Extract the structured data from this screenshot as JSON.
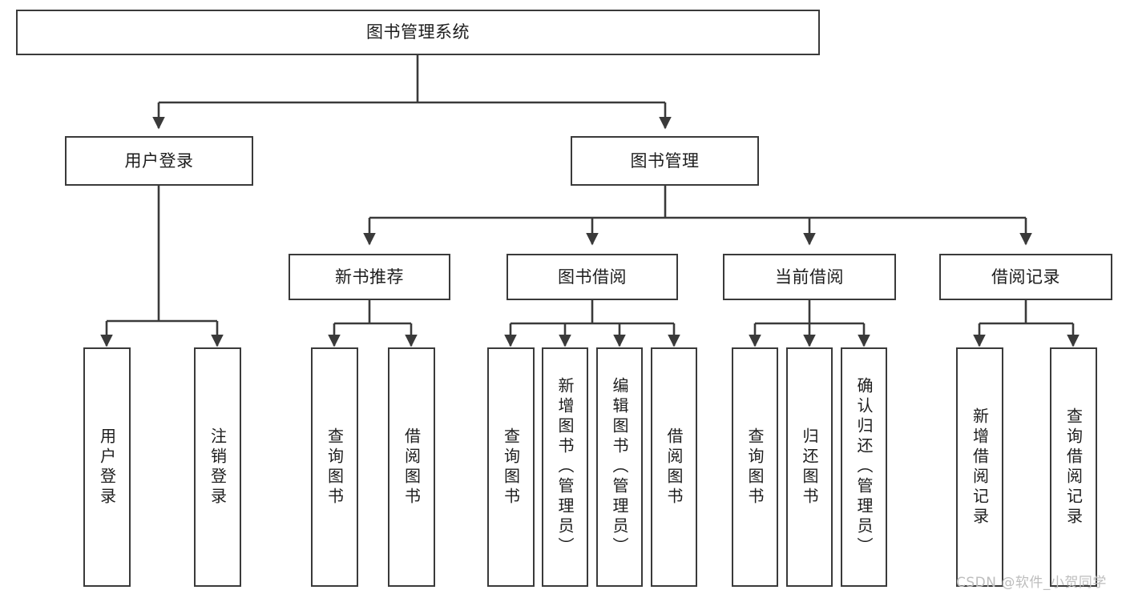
{
  "diagram": {
    "type": "tree",
    "title": "图书管理系统",
    "orientation": "top-down",
    "colors": {
      "box_border": "#3a3a3a",
      "box_fill": "#ffffff",
      "edge": "#3a3a3a",
      "text": "#1d1d1d",
      "watermark": "#bdbdbd"
    },
    "levels": {
      "root": {
        "label": "图书管理系统"
      },
      "level2": [
        {
          "label": "用户登录"
        },
        {
          "label": "图书管理"
        }
      ],
      "level3": [
        {
          "label": "新书推荐"
        },
        {
          "label": "图书借阅"
        },
        {
          "label": "当前借阅"
        },
        {
          "label": "借阅记录"
        }
      ],
      "leaves": {
        "user_login": [
          {
            "label": "用户登录"
          },
          {
            "label": "注销登录"
          }
        ],
        "new_book_recommend": [
          {
            "label": "查询图书"
          },
          {
            "label": "借阅图书"
          }
        ],
        "book_borrow": [
          {
            "label": "查询图书"
          },
          {
            "label": "新增图书（管理员）"
          },
          {
            "label": "编辑图书（管理员）"
          },
          {
            "label": "借阅图书"
          }
        ],
        "current_borrow": [
          {
            "label": "查询图书"
          },
          {
            "label": "归还图书"
          },
          {
            "label": "确认归还（管理员）"
          }
        ],
        "borrow_record": [
          {
            "label": "新增借阅记录"
          },
          {
            "label": "查询借阅记录"
          }
        ]
      }
    },
    "watermark": "CSDN @软件_小贺同学"
  }
}
